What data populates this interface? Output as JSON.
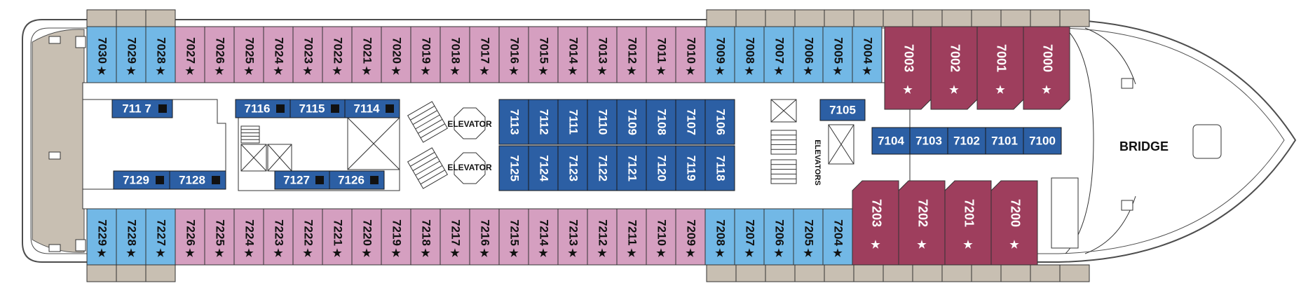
{
  "map": {
    "bridge_label": "BRIDGE",
    "elevator_label_top": "ELEVATOR",
    "elevator_label_bottom": "ELEVATOR",
    "elevators_label": "ELEVATORS",
    "star": "★",
    "colors": {
      "pink_cabin": "#d59fc0",
      "blue_cabin": "#72b8e6",
      "suite": "#9e3e5d",
      "inside_cabin": "#2c5fa4",
      "balcony": "#c8bfb2",
      "deck_tan": "#c8bfb2",
      "hull_line": "#4d4d4d"
    }
  },
  "cabins": {
    "top_row": [
      "7030",
      "7029",
      "7028",
      "7027",
      "7026",
      "7025",
      "7024",
      "7023",
      "7022",
      "7021",
      "7020",
      "7019",
      "7018",
      "7017",
      "7016",
      "7015",
      "7014",
      "7013",
      "7012",
      "7011",
      "7010",
      "7009",
      "7008",
      "7007",
      "7006",
      "7005",
      "7004"
    ],
    "bottom_row": [
      "7229",
      "7228",
      "7227",
      "7226",
      "7225",
      "7224",
      "7223",
      "7222",
      "7221",
      "7220",
      "7219",
      "7218",
      "7217",
      "7216",
      "7215",
      "7214",
      "7213",
      "7212",
      "7211",
      "7210",
      "7209",
      "7208",
      "7207",
      "7206",
      "7205",
      "7204"
    ],
    "top_suites": [
      "7003",
      "7002",
      "7001",
      "7000"
    ],
    "bottom_suites": [
      "7203",
      "7202",
      "7201",
      "7200"
    ],
    "inside_upper": [
      "7113",
      "7112",
      "7111",
      "7110",
      "7109",
      "7108",
      "7107",
      "7106"
    ],
    "inside_lower": [
      "7125",
      "7124",
      "7123",
      "7122",
      "7121",
      "7120",
      "7119",
      "7118"
    ],
    "front_row": [
      "7104",
      "7103",
      "7102",
      "7101",
      "7100"
    ],
    "single_7105": "7105",
    "left_upper": [
      "711 7"
    ],
    "left_lower": [
      "7129",
      "7128"
    ],
    "mid_upper": [
      "7116",
      "7115",
      "7114"
    ],
    "mid_lower": [
      "7127",
      "7126"
    ]
  }
}
